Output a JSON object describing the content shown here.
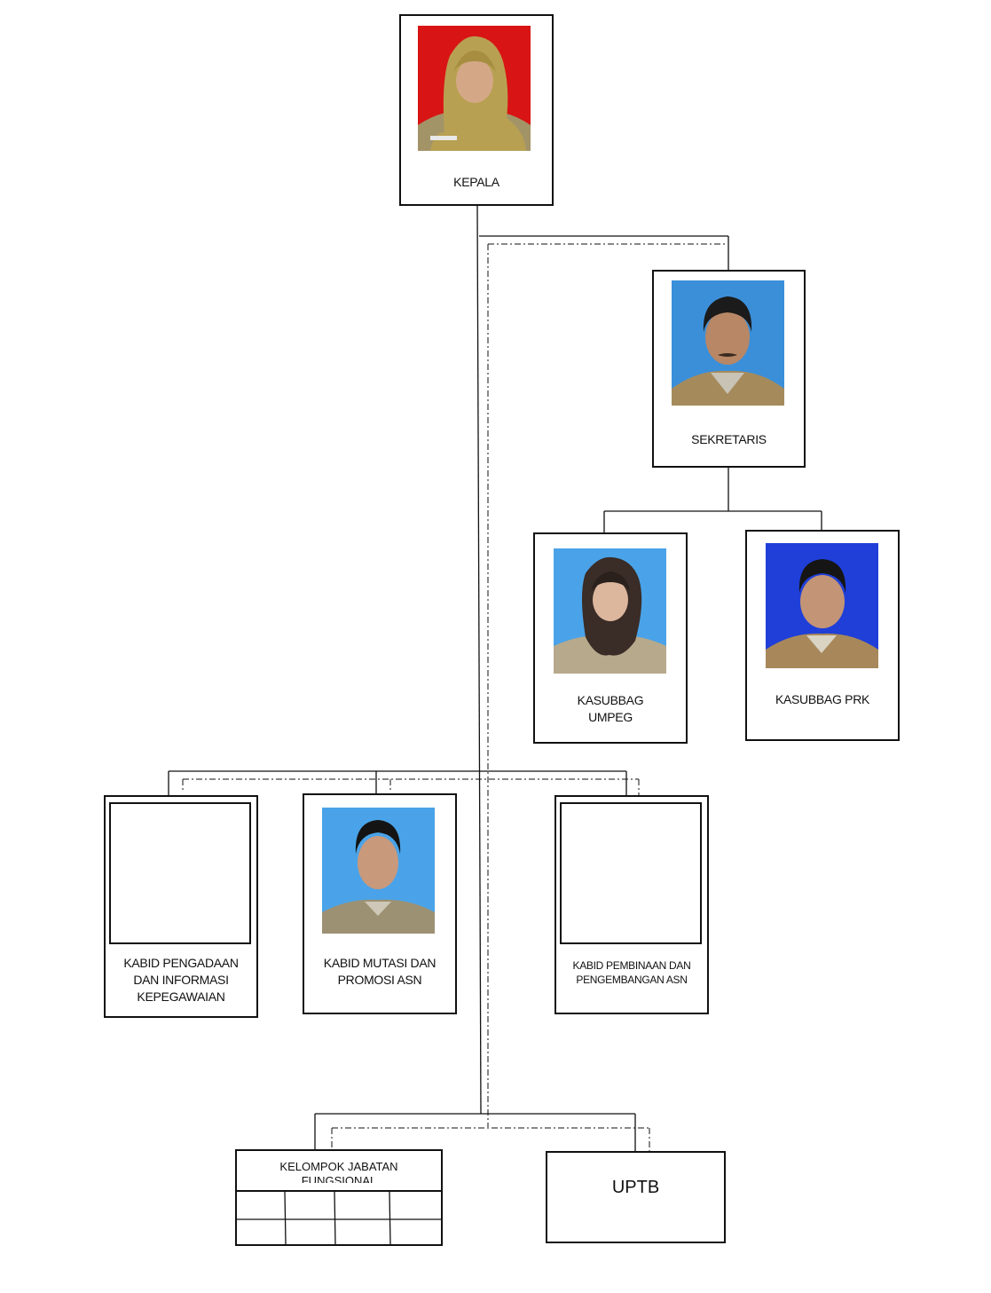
{
  "chart": {
    "positions": {
      "kepala": {
        "label": "KEPALA",
        "photo_bg": "#d81414",
        "attire": "hijab-olive"
      },
      "sekretaris": {
        "label": "SEKRETARIS",
        "photo_bg": "#3b8fd9",
        "attire": "male-uniform"
      },
      "kasubbag_umpeg": {
        "label": "KASUBBAG\nUMPEG",
        "photo_bg": "#4aa3e8",
        "attire": "hijab-dark"
      },
      "kasubbag_prk": {
        "label": "KASUBBAG PRK",
        "photo_bg": "#1f3fd8",
        "attire": "male-uniform"
      },
      "kabid_pengadaan": {
        "label": "KABID PENGADAAN\nDAN INFORMASI\nKEPEGAWAIAN",
        "photo": "empty-frame"
      },
      "kabid_mutasi": {
        "label": "KABID MUTASI DAN\nPROMOSI ASN",
        "photo_bg": "#4aa3e8",
        "attire": "male-uniform"
      },
      "kabid_pembinaan": {
        "label": "KABID PEMBINAAN DAN\nPENGEMBANGAN ASN",
        "photo": "empty-frame"
      },
      "kelompok_jabatan_fungsional": {
        "label": "KELOMPOK JABATAN\nFUNGSIONAL"
      },
      "uptb": {
        "label": "UPTB"
      }
    }
  },
  "colors": {
    "line": "#111111",
    "box_border": "#111111",
    "background": "#ffffff"
  }
}
